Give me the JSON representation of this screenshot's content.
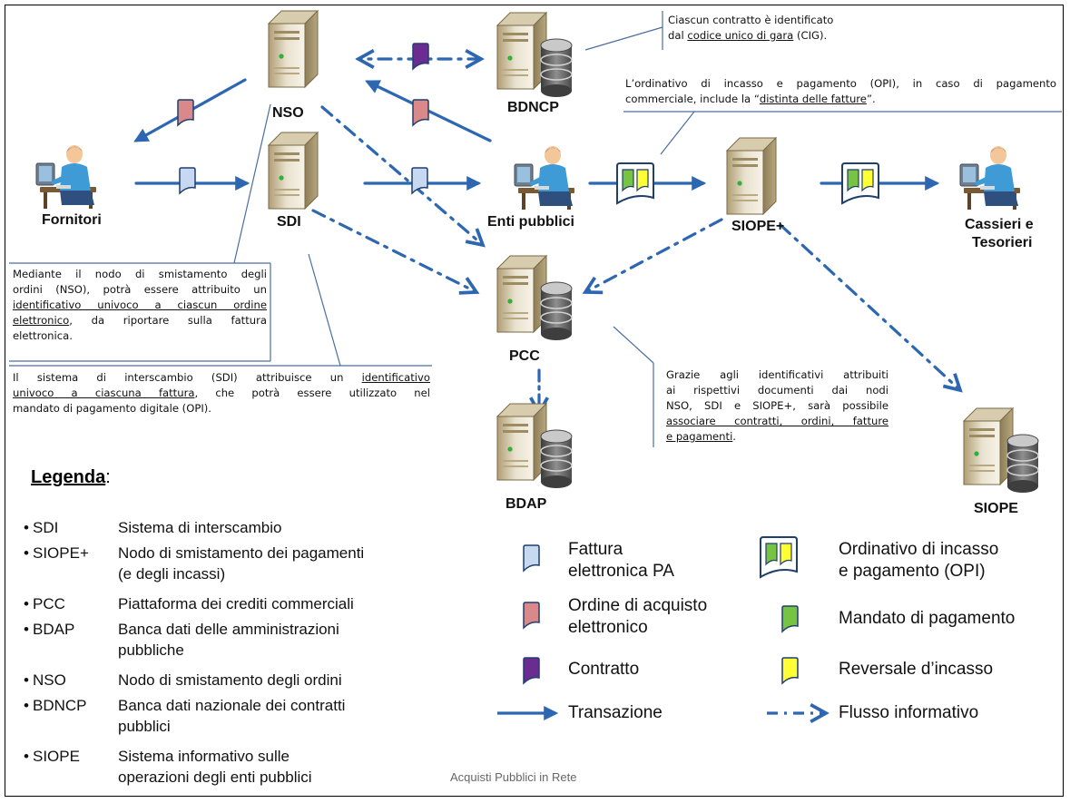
{
  "nodes": {
    "nso": "NSO",
    "bdncp": "BDNCP",
    "fornitori": "Fornitori",
    "sdi": "SDI",
    "enti": "Enti pubblici",
    "siope_plus": "SIOPE+",
    "cassieri_line1": "Cassieri e",
    "cassieri_line2": "Tesorieri",
    "pcc": "PCC",
    "bdap": "BDAP",
    "siope": "SIOPE"
  },
  "notes": {
    "cig_l1": "Ciascun contratto è identificato",
    "cig_l2a": "dal ",
    "cig_l2u": "codice unico di gara",
    "cig_l2b": " (CIG).",
    "opi_l1": "L’ordinativo di incasso e pagamento (OPI), in caso di pagamento",
    "opi_l2a": "commerciale, include la “",
    "opi_l2u": "distinta delle fatture",
    "opi_l2b": "”.",
    "nso_l1": "Mediante il nodo di smistamento degli",
    "nso_l2": "ordini (NSO), potrà essere attribuito un",
    "nso_l3u": "identificativo univoco a ciascun ordine",
    "nso_l4u": "elettronico",
    "nso_l4b": ", da riportare sulla fattura",
    "nso_l5": "elettronica.",
    "sdi_l1a": "Il sistema di interscambio (SDI) attribuisce un ",
    "sdi_l1u": "identificativo",
    "sdi_l2u": "univoco a ciascuna fattura",
    "sdi_l2b": ", che potrà essere utilizzato nel",
    "sdi_l3": "mandato di pagamento digitale (OPI).",
    "grazie_l1": "Grazie agli identificativi attribuiti",
    "grazie_l2": "ai rispettivi documenti dai nodi",
    "grazie_l3": "NSO, SDI e SIOPE+, sarà possibile",
    "grazie_l4u": "associare contratti, ordini, fatture",
    "grazie_l5u": "e pagamenti",
    "grazie_l5b": "."
  },
  "legend": {
    "title": "Legenda",
    "colon": ":",
    "abbreviations": [
      {
        "abbr": "SDI",
        "desc": "Sistema di interscambio"
      },
      {
        "abbr": "SIOPE+",
        "desc": "Nodo di smistamento dei pagamenti",
        "desc2": "(e degli incassi)"
      },
      {
        "abbr": "PCC",
        "desc": "Piattaforma  dei crediti commerciali"
      },
      {
        "abbr": "BDAP",
        "desc": "Banca dati delle amministrazioni",
        "desc2": "pubbliche"
      },
      {
        "abbr": "NSO",
        "desc": "Nodo di smistamento degli ordini"
      },
      {
        "abbr": "BDNCP",
        "desc": "Banca dati nazionale dei contratti",
        "desc2": "pubblici"
      },
      {
        "abbr": "SIOPE",
        "desc": "Sistema informativo sulle",
        "desc2": "operazioni degli enti pubblici"
      }
    ],
    "symbols": {
      "fattura_l1": "Fattura",
      "fattura_l2": "elettronica PA",
      "ordine_l1": "Ordine di acquisto",
      "ordine_l2": "elettronico",
      "contratto": "Contratto",
      "transazione": "Transazione",
      "opi_l1": "Ordinativo di incasso",
      "opi_l2": "e pagamento (OPI)",
      "mandato": "Mandato di pagamento",
      "reversale": "Reversale d’incasso",
      "flusso": "Flusso informativo"
    }
  },
  "colors": {
    "arrow": "#2E67B1",
    "fattura": "#C6D9F1",
    "ordine": "#D9898A",
    "contratto": "#6A2C91",
    "mandato": "#76C442",
    "reversale": "#FFFF33",
    "doc_stroke": "#1F3F6E"
  },
  "footer": "Acquisti Pubblici in Rete"
}
